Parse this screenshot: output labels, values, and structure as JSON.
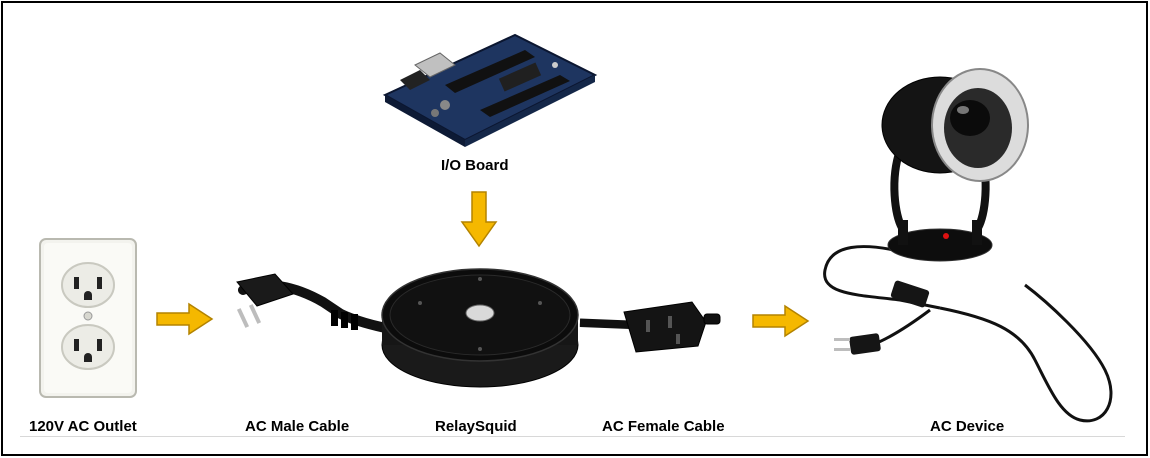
{
  "labels": {
    "io_board": "I/O Board",
    "outlet": "120V AC Outlet",
    "male_cable": "AC Male Cable",
    "relaysquid": "RelaySquid",
    "female_cable": "AC Female Cable",
    "device": "AC Device"
  },
  "colors": {
    "arrow": "#f5b800",
    "arrow_outline": "#b38300",
    "border": "#000000",
    "board": "#243a66",
    "device_body": "#111111"
  },
  "icons": [
    "io-board-icon",
    "outlet-icon",
    "male-plug-icon",
    "relaysquid-icon",
    "female-plug-icon",
    "ac-device-icon",
    "arrow-down-icon",
    "arrow-right-icon"
  ]
}
